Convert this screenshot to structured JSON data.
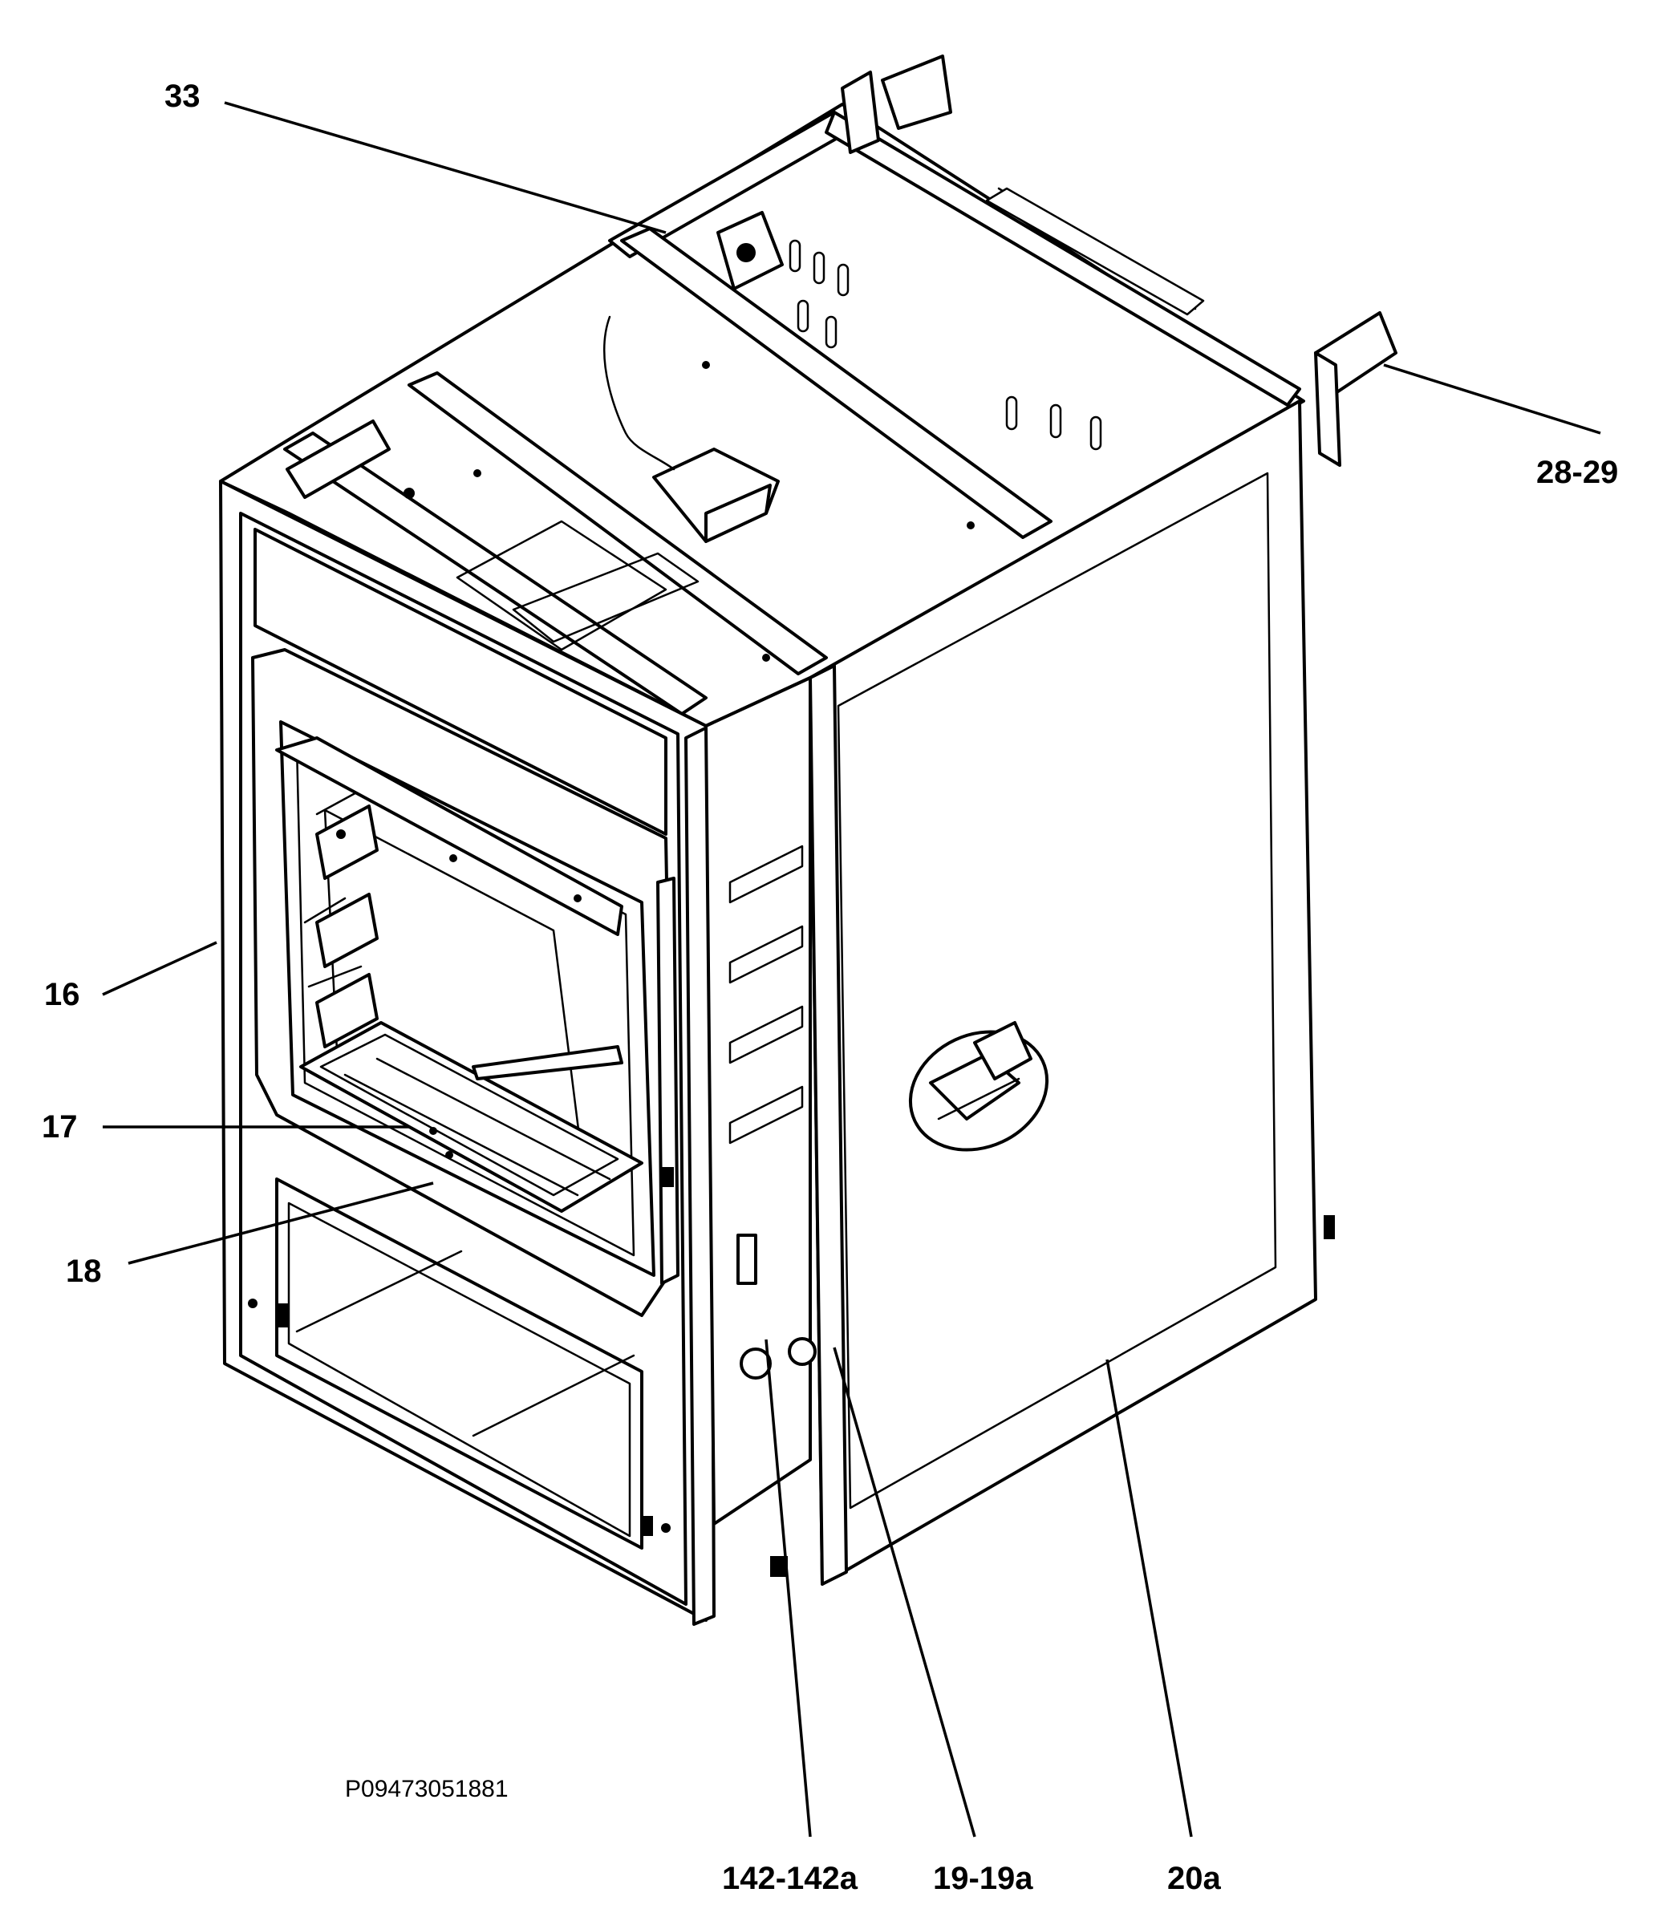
{
  "callouts": {
    "c33": "33",
    "c28_29": "28-29",
    "c16": "16",
    "c17": "17",
    "c18": "18",
    "c142": "142-142a",
    "c19": "19-19a",
    "c20a": "20a"
  },
  "reference_code": "P09473051881"
}
